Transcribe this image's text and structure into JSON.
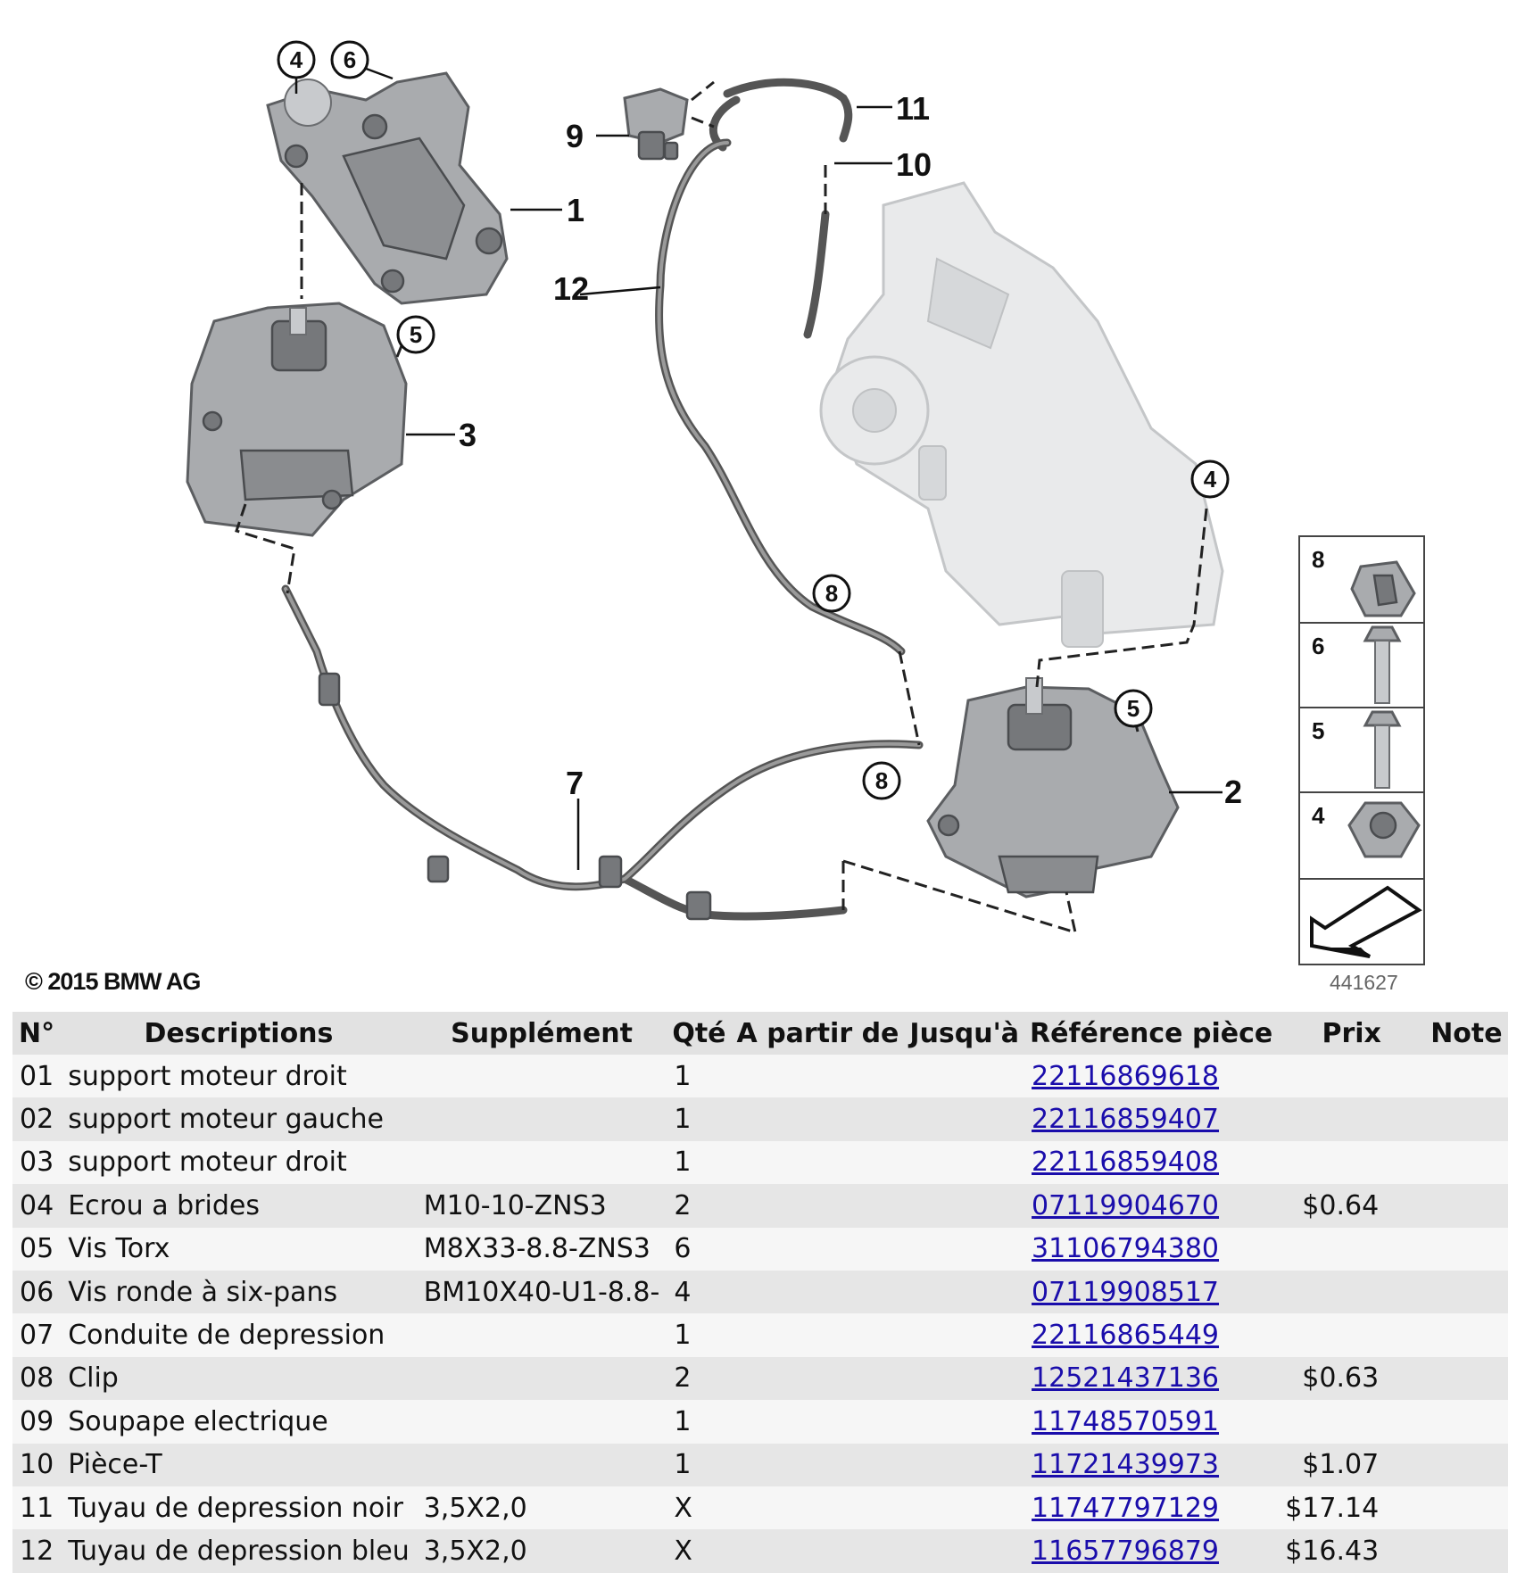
{
  "diagram": {
    "copyright": "© 2015 BMW AG",
    "figure_number": "441627",
    "callouts": {
      "c1": "1",
      "c2": "2",
      "c3": "3",
      "c7": "7",
      "c9": "9",
      "c10": "10",
      "c11": "11",
      "c12": "12",
      "c4a": "4",
      "c6a": "6",
      "c5a": "5",
      "c4b": "4",
      "c5b": "5",
      "c8a": "8",
      "c8b": "8"
    },
    "legend": {
      "l8": "8",
      "l6": "6",
      "l5": "5",
      "l4": "4"
    }
  },
  "table": {
    "headers": {
      "no": "N°",
      "desc": "Descriptions",
      "supplement": "Supplément",
      "qty": "Qté",
      "from": "A partir de",
      "to": "Jusqu'à",
      "ref": "Référence pièce",
      "price": "Prix",
      "note": "Note"
    },
    "rows": [
      {
        "no": "01",
        "desc": "support moteur droit",
        "supplement": "",
        "qty": "1",
        "from": "",
        "to": "",
        "ref": "22116869618",
        "price": "",
        "note": ""
      },
      {
        "no": "02",
        "desc": "support moteur gauche",
        "supplement": "",
        "qty": "1",
        "from": "",
        "to": "",
        "ref": "22116859407",
        "price": "",
        "note": ""
      },
      {
        "no": "03",
        "desc": "support moteur droit",
        "supplement": "",
        "qty": "1",
        "from": "",
        "to": "",
        "ref": "22116859408",
        "price": "",
        "note": ""
      },
      {
        "no": "04",
        "desc": "Ecrou a brides",
        "supplement": "M10-10-ZNS3",
        "qty": "2",
        "from": "",
        "to": "",
        "ref": "07119904670",
        "price": "$0.64",
        "note": ""
      },
      {
        "no": "05",
        "desc": "Vis Torx",
        "supplement": "M8X33-8.8-ZNS3",
        "qty": "6",
        "from": "",
        "to": "",
        "ref": "31106794380",
        "price": "",
        "note": ""
      },
      {
        "no": "06",
        "desc": "Vis ronde à six-pans",
        "supplement": "BM10X40-U1-8.8-",
        "qty": "4",
        "from": "",
        "to": "",
        "ref": "07119908517",
        "price": "",
        "note": ""
      },
      {
        "no": "07",
        "desc": "Conduite de depression",
        "supplement": "",
        "qty": "1",
        "from": "",
        "to": "",
        "ref": "22116865449",
        "price": "",
        "note": ""
      },
      {
        "no": "08",
        "desc": "Clip",
        "supplement": "",
        "qty": "2",
        "from": "",
        "to": "",
        "ref": "12521437136",
        "price": "$0.63",
        "note": ""
      },
      {
        "no": "09",
        "desc": "Soupape electrique",
        "supplement": "",
        "qty": "1",
        "from": "",
        "to": "",
        "ref": "11748570591",
        "price": "",
        "note": ""
      },
      {
        "no": "10",
        "desc": "Pièce-T",
        "supplement": "",
        "qty": "1",
        "from": "",
        "to": "",
        "ref": "11721439973",
        "price": "$1.07",
        "note": ""
      },
      {
        "no": "11",
        "desc": "Tuyau de depression noir",
        "supplement": "3,5X2,0",
        "qty": "X",
        "from": "",
        "to": "",
        "ref": "11747797129",
        "price": "$17.14",
        "note": ""
      },
      {
        "no": "12",
        "desc": "Tuyau de depression bleu",
        "supplement": "3,5X2,0",
        "qty": "X",
        "from": "",
        "to": "",
        "ref": "11657796879",
        "price": "$16.43",
        "note": ""
      }
    ]
  }
}
